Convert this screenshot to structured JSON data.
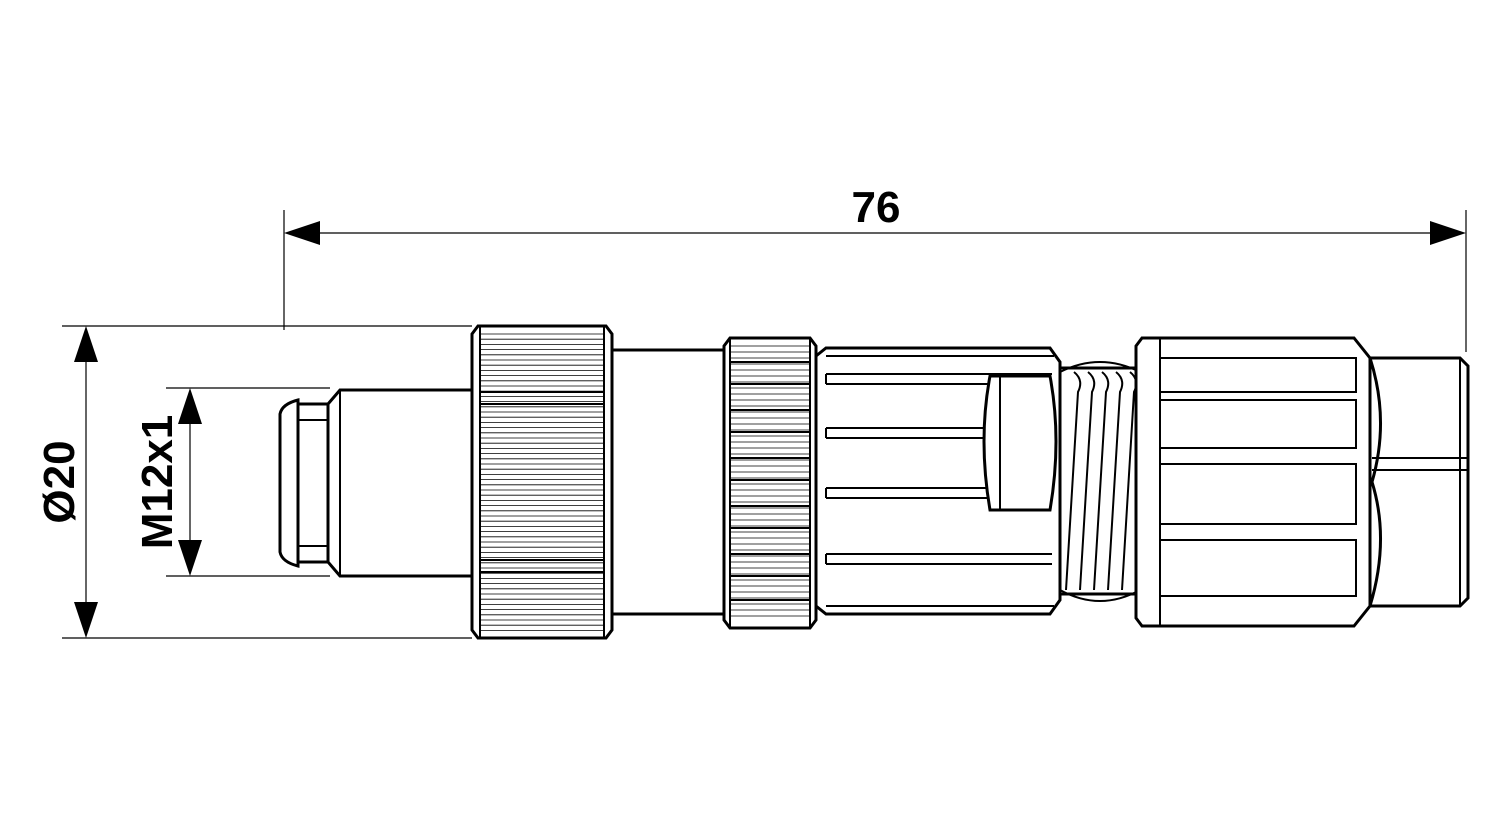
{
  "drawing": {
    "dimensions": {
      "overall_length": "76",
      "outer_diameter": "Ø20",
      "thread": "M12x1"
    },
    "colors": {
      "line": "#000000",
      "background": "#ffffff"
    }
  }
}
